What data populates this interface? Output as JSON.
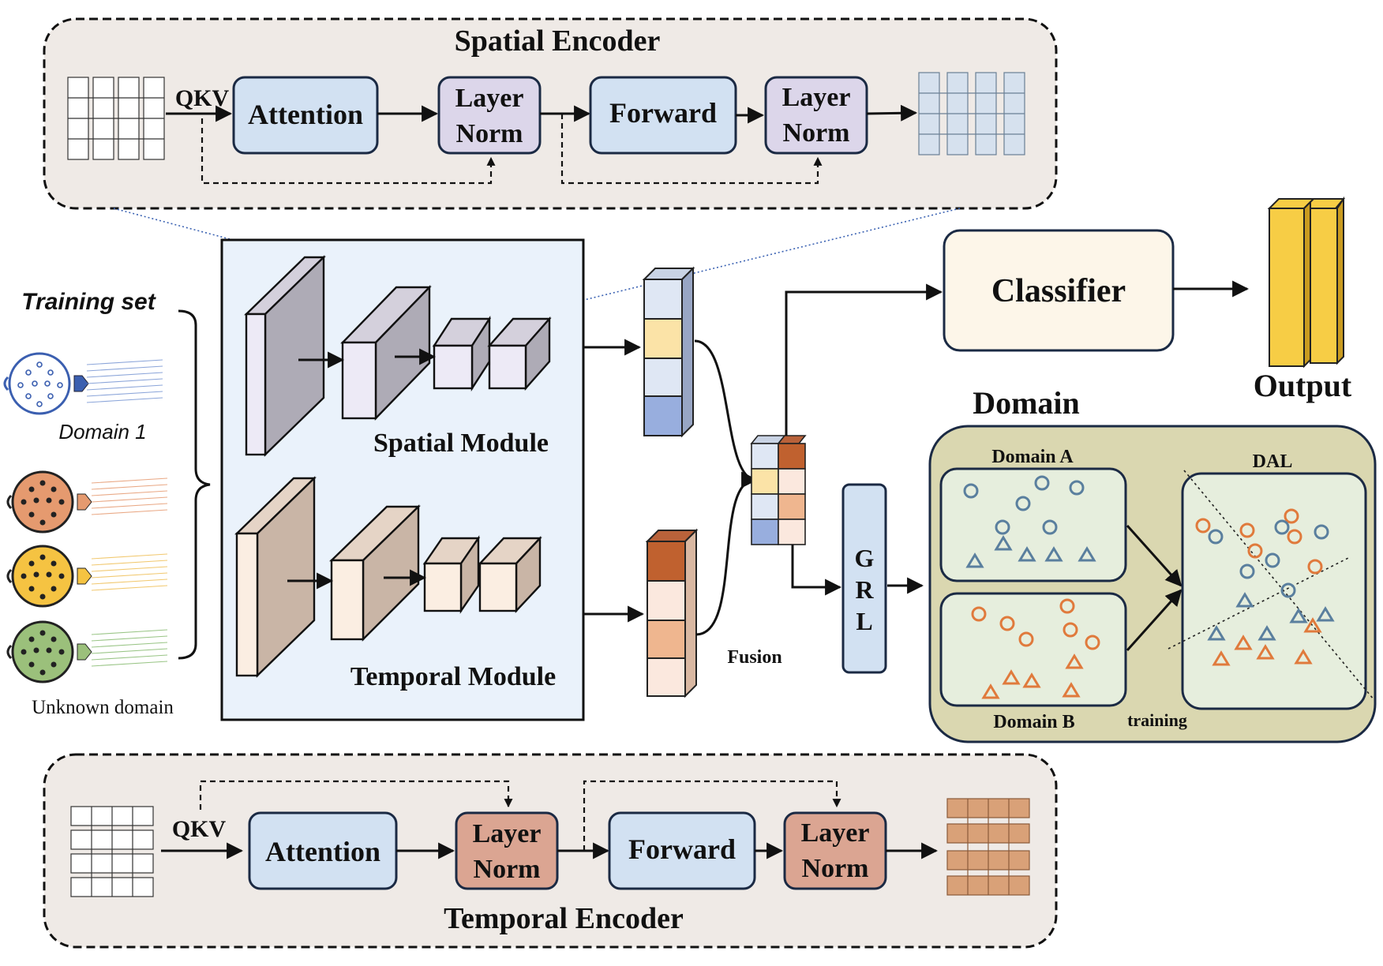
{
  "spatial_encoder": {
    "title": "Spatial Encoder",
    "qkv": "QKV",
    "attention": "Attention",
    "norm1": [
      "Layer",
      "Norm"
    ],
    "forward": "Forward",
    "norm2": [
      "Layer",
      "Norm"
    ]
  },
  "temporal_encoder": {
    "title": "Temporal Encoder",
    "qkv": "QKV",
    "attention": "Attention",
    "norm1": [
      "Layer",
      "Norm"
    ],
    "forward": "Forward",
    "norm2": [
      "Layer",
      "Norm"
    ]
  },
  "training": {
    "title": "Training set",
    "domain1": "Domain 1",
    "unknown": "Unknown domain"
  },
  "modules": {
    "spatial": "Spatial Module",
    "temporal": "Temporal Module"
  },
  "fusion": "Fusion",
  "classifier": "Classifier",
  "output": "Output",
  "grl": [
    "G",
    "R",
    "L"
  ],
  "domain_panel": {
    "title": "Domain",
    "domain_a": "Domain A",
    "domain_b": "Domain B",
    "dal": "DAL",
    "training": "training"
  },
  "colors": {
    "encoder_bg": "#efeae6",
    "attention": "#d2e1f2",
    "spatial_norm": "#dcd6ea",
    "temporal_norm": "#dba592",
    "classifier_bg": "#fdf6e9",
    "output_yellow": "#f7cd45",
    "domain_bg": "#dad7b0",
    "domain_inner": "#e6eedd",
    "blue_marker": "#5a7f9e",
    "orange_marker": "#e07a3c",
    "module_panel": "#eaf2fb"
  }
}
